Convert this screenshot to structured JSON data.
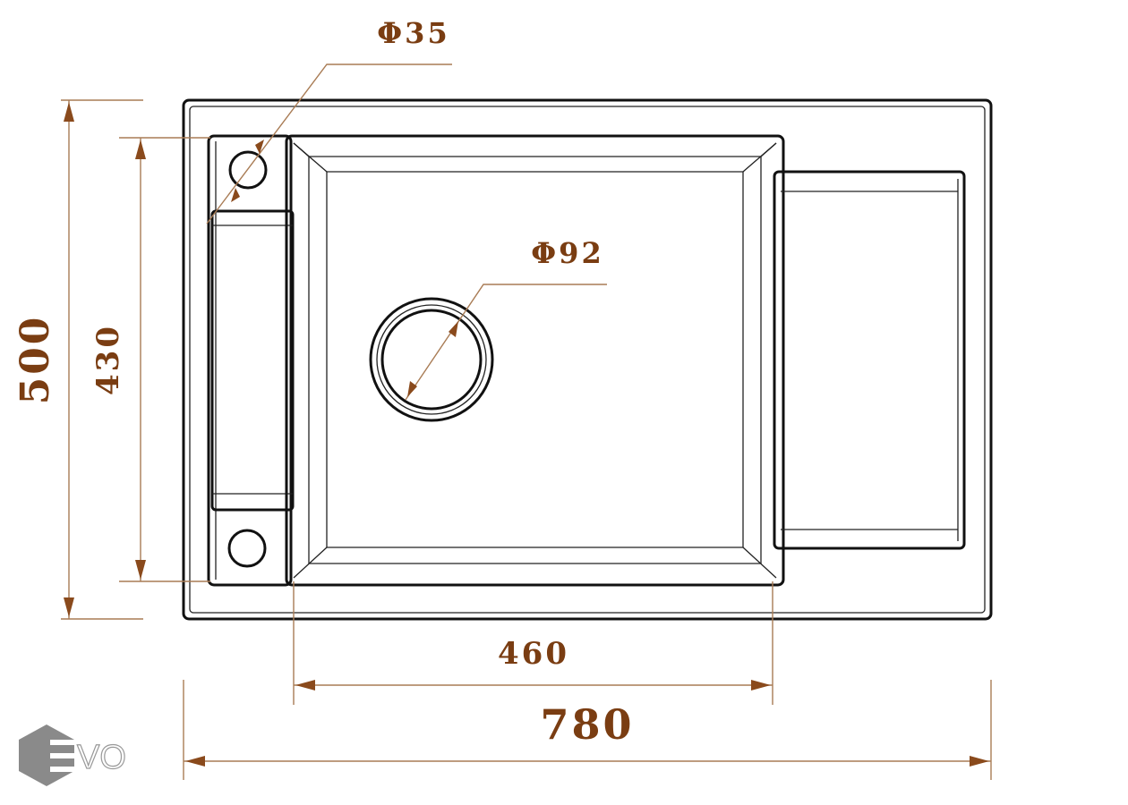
{
  "drawing": {
    "dimensions": {
      "overall_depth": "500",
      "bowl_depth": "430",
      "bowl_width": "460",
      "overall_width": "780",
      "tap_hole_diameter": "Φ35",
      "drain_diameter": "Φ92"
    },
    "colors": {
      "dimension_text": "#7a3d12",
      "dimension_line": "#a97c55",
      "outline": "#111111"
    }
  },
  "logo": {
    "text": "EVO"
  }
}
